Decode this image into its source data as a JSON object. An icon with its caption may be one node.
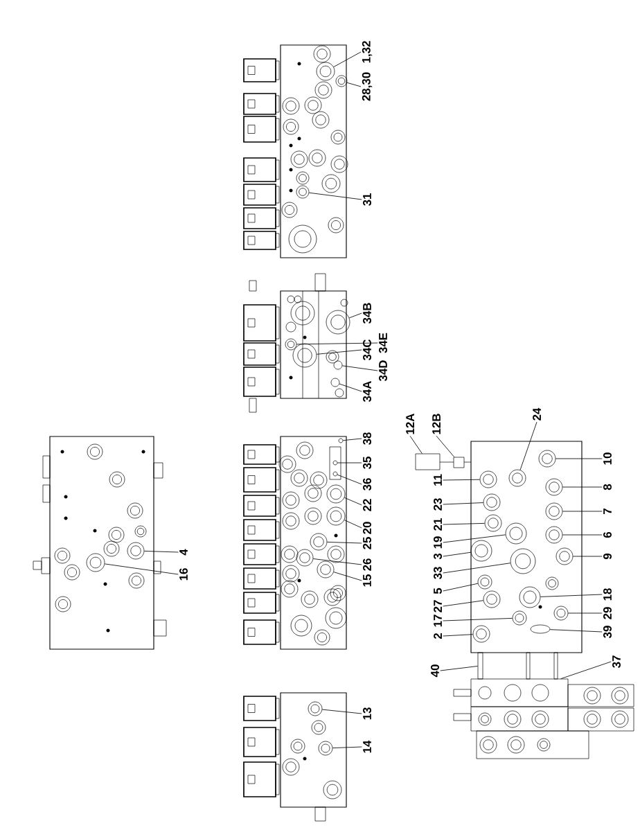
{
  "diagram": {
    "nodes": [
      {
        "text": [
          "1,32"
        ]
      },
      {
        "text": [
          "28,30"
        ]
      },
      {
        "text": [
          "31"
        ]
      },
      {
        "text": [
          "34B"
        ]
      },
      {
        "text": [
          "34E"
        ]
      },
      {
        "text": [
          "34C"
        ]
      },
      {
        "text": [
          "34D"
        ]
      },
      {
        "text": [
          "34A"
        ]
      },
      {
        "text": [
          "12A"
        ]
      },
      {
        "text": [
          "12B"
        ]
      },
      {
        "text": [
          "24"
        ]
      },
      {
        "text": [
          "38"
        ]
      },
      {
        "text": [
          "35"
        ]
      },
      {
        "text": [
          "36"
        ]
      },
      {
        "text": [
          "22"
        ]
      },
      {
        "text": [
          "20"
        ]
      },
      {
        "text": [
          "25"
        ]
      },
      {
        "text": [
          "26"
        ]
      },
      {
        "text": [
          "15"
        ]
      },
      {
        "text": [
          "4"
        ]
      },
      {
        "text": [
          "16"
        ]
      },
      {
        "text": [
          "11"
        ]
      },
      {
        "text": [
          "23"
        ]
      },
      {
        "text": [
          "21"
        ]
      },
      {
        "text": [
          "19"
        ]
      },
      {
        "text": [
          "3"
        ]
      },
      {
        "text": [
          "33"
        ]
      },
      {
        "text": [
          "5"
        ]
      },
      {
        "text": [
          "27"
        ]
      },
      {
        "text": [
          "17"
        ]
      },
      {
        "text": [
          "2"
        ]
      },
      {
        "text": [
          "10"
        ]
      },
      {
        "text": [
          "8"
        ]
      },
      {
        "text": [
          "7"
        ]
      },
      {
        "text": [
          "6"
        ]
      },
      {
        "text": [
          "9"
        ]
      },
      {
        "text": [
          "18"
        ]
      },
      {
        "text": [
          "29"
        ]
      },
      {
        "text": [
          "39"
        ]
      },
      {
        "text": [
          "37"
        ]
      },
      {
        "text": [
          "40"
        ]
      },
      {
        "text": [
          "13"
        ]
      },
      {
        "text": [
          "14"
        ]
      },
      {
        "text": [],
        "shape": "circle"
      },
      {
        "text": [],
        "shape": "circle"
      },
      {
        "text": [],
        "shape": "circle"
      },
      {
        "text": [],
        "shape": "circle"
      },
      {
        "text": [],
        "shape": "circle"
      },
      {
        "text": [],
        "shape": "circle"
      },
      {
        "text": [],
        "shape": "circle"
      },
      {
        "text": [],
        "shape": "circle"
      },
      {
        "text": [],
        "shape": "box"
      },
      {
        "text": [],
        "shape": "box"
      },
      {
        "text": [],
        "shape": "circle"
      },
      {
        "text": [],
        "shape": "circle"
      },
      {
        "text": [],
        "shape": "circle"
      },
      {
        "text": [],
        "shape": "circle"
      },
      {
        "text": [],
        "shape": "circle"
      },
      {
        "text": [],
        "shape": "circle"
      },
      {
        "text": [],
        "shape": "circle"
      },
      {
        "text": [],
        "shape": "circle"
      },
      {
        "text": [],
        "shape": "circle"
      },
      {
        "text": [],
        "shape": "circle"
      },
      {
        "text": [],
        "shape": "circle"
      },
      {
        "text": [],
        "shape": "circle"
      },
      {
        "text": [],
        "shape": "circle"
      },
      {
        "text": [],
        "shape": "circle"
      },
      {
        "text": [],
        "shape": "circle"
      },
      {
        "text": [],
        "shape": "circle"
      },
      {
        "text": [],
        "shape": "circle"
      },
      {
        "text": [],
        "shape": "circle"
      },
      {
        "text": [],
        "shape": "circle"
      },
      {
        "text": [],
        "shape": "circle"
      },
      {
        "text": [],
        "shape": "circle"
      },
      {
        "text": [],
        "shape": "circle"
      },
      {
        "text": [],
        "shape": "circle"
      },
      {
        "text": [],
        "shape": "circle"
      },
      {
        "text": [],
        "shape": "circle"
      },
      {
        "text": [],
        "shape": "circle"
      },
      {
        "text": [],
        "shape": "circle"
      },
      {
        "text": [],
        "shape": "circle"
      },
      {
        "text": [],
        "shape": "ellipse"
      },
      {
        "text": [],
        "shape": "box"
      },
      {
        "text": [],
        "shape": "bar"
      },
      {
        "text": [],
        "shape": "circle"
      },
      {
        "text": [],
        "shape": "circle"
      }
    ],
    "edges": [
      {
        "from": 0,
        "to": 43,
        "arrow": "none"
      },
      {
        "from": 1,
        "to": 44,
        "arrow": "none"
      },
      {
        "from": 2,
        "to": 45,
        "arrow": "none"
      },
      {
        "from": 3,
        "to": 46,
        "arrow": "none"
      },
      {
        "from": 4,
        "to": 47,
        "arrow": "none"
      },
      {
        "from": 5,
        "to": 48,
        "arrow": "none"
      },
      {
        "from": 6,
        "to": 49,
        "arrow": "none"
      },
      {
        "from": 7,
        "to": 50,
        "arrow": "none"
      },
      {
        "from": 8,
        "to": 51,
        "arrow": "none"
      },
      {
        "from": 9,
        "to": 52,
        "arrow": "none"
      },
      {
        "from": 10,
        "to": 53,
        "arrow": "none"
      },
      {
        "from": 11,
        "to": 54,
        "arrow": "none"
      },
      {
        "from": 12,
        "to": 55,
        "arrow": "none"
      },
      {
        "from": 13,
        "to": 56,
        "arrow": "none"
      },
      {
        "from": 14,
        "to": 57,
        "arrow": "none"
      },
      {
        "from": 15,
        "to": 58,
        "arrow": "none"
      },
      {
        "from": 16,
        "to": 59,
        "arrow": "none"
      },
      {
        "from": 17,
        "to": 60,
        "arrow": "none"
      },
      {
        "from": 18,
        "to": 61,
        "arrow": "none"
      },
      {
        "from": 19,
        "to": 62,
        "arrow": "none"
      },
      {
        "from": 20,
        "to": 63,
        "arrow": "none"
      },
      {
        "from": 21,
        "to": 64,
        "arrow": "none"
      },
      {
        "from": 22,
        "to": 65,
        "arrow": "none"
      },
      {
        "from": 23,
        "to": 66,
        "arrow": "none"
      },
      {
        "from": 24,
        "to": 67,
        "arrow": "none"
      },
      {
        "from": 25,
        "to": 68,
        "arrow": "none"
      },
      {
        "from": 26,
        "to": 69,
        "arrow": "none"
      },
      {
        "from": 27,
        "to": 70,
        "arrow": "none"
      },
      {
        "from": 28,
        "to": 71,
        "arrow": "none"
      },
      {
        "from": 29,
        "to": 72,
        "arrow": "none"
      },
      {
        "from": 30,
        "to": 73,
        "arrow": "none"
      },
      {
        "from": 31,
        "to": 74,
        "arrow": "none"
      },
      {
        "from": 32,
        "to": 75,
        "arrow": "none"
      },
      {
        "from": 33,
        "to": 76,
        "arrow": "none"
      },
      {
        "from": 34,
        "to": 77,
        "arrow": "none"
      },
      {
        "from": 35,
        "to": 78,
        "arrow": "none"
      },
      {
        "from": 36,
        "to": 79,
        "arrow": "none"
      },
      {
        "from": 37,
        "to": 80,
        "arrow": "none"
      },
      {
        "from": 38,
        "to": 81,
        "arrow": "none"
      },
      {
        "from": 39,
        "to": 82,
        "arrow": "none"
      },
      {
        "from": 40,
        "to": 83,
        "arrow": "none"
      },
      {
        "from": 41,
        "to": 84,
        "arrow": "none"
      },
      {
        "from": 42,
        "to": 85,
        "arrow": "none"
      }
    ]
  }
}
